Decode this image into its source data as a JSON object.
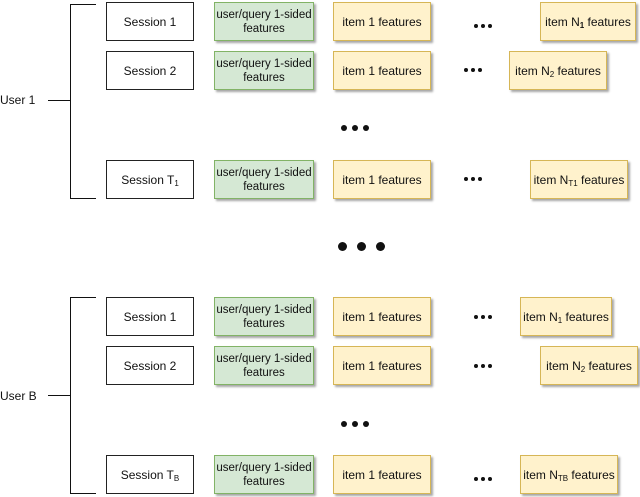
{
  "user1": {
    "label": "User 1",
    "rows": [
      {
        "session_base": "Session 1",
        "session_sub": "",
        "query": "user/query 1-sided features",
        "item1": "item 1 features",
        "itemN_base": "item N",
        "itemN_sub": "1",
        "itemN_suffix": " features"
      },
      {
        "session_base": "Session 2",
        "session_sub": "",
        "query": "user/query 1-sided features",
        "item1": "item 1 features",
        "itemN_base": "item N",
        "itemN_sub": "2",
        "itemN_suffix": " features"
      },
      {
        "session_base": "Session T",
        "session_sub": "1",
        "query": "user/query 1-sided features",
        "item1": "item 1 features",
        "itemN_base": "item N",
        "itemN_sub": "T1",
        "itemN_suffix": " features"
      }
    ]
  },
  "userB": {
    "label": "User B",
    "rows": [
      {
        "session_base": "Session 1",
        "session_sub": "",
        "query": "user/query 1-sided features",
        "item1": "item 1 features",
        "itemN_base": "item N",
        "itemN_sub": "1",
        "itemN_suffix": " features"
      },
      {
        "session_base": "Session 2",
        "session_sub": "",
        "query": "user/query 1-sided features",
        "item1": "item 1 features",
        "itemN_base": "item N",
        "itemN_sub": "2",
        "itemN_suffix": " features"
      },
      {
        "session_base": "Session T",
        "session_sub": "B",
        "query": "user/query 1-sided features",
        "item1": "item 1 features",
        "itemN_base": "item N",
        "itemN_sub": "TB",
        "itemN_suffix": " features"
      }
    ]
  }
}
